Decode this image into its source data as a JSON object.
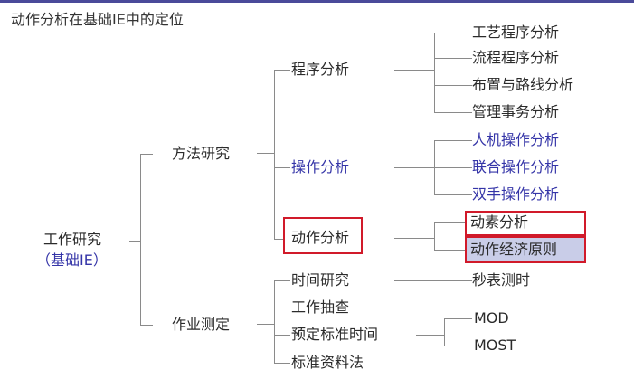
{
  "title": "动作分析在基础IE中的定位",
  "colors": {
    "accent_blue": "#3535a8",
    "highlight_red": "#d11a2a",
    "highlight_fill": "#c9cde8",
    "top_bar": "#4a4a9a"
  },
  "root": {
    "label": "工作研究",
    "sublabel": "（基础IE）"
  },
  "level1": [
    {
      "label": "方法研究"
    },
    {
      "label": "作业测定"
    }
  ],
  "method_study": [
    {
      "label": "程序分析",
      "children": [
        "工艺程序分析",
        "流程程序分析",
        "布置与路线分析",
        "管理事务分析"
      ]
    },
    {
      "label": "操作分析",
      "children": [
        "人机操作分析",
        "联合操作分析",
        "双手操作分析"
      ]
    },
    {
      "label": "动作分析",
      "children": [
        "动素分析",
        "动作经济原则"
      ]
    }
  ],
  "work_measurement": [
    {
      "label": "时间研究",
      "children": [
        "秒表测时"
      ]
    },
    {
      "label": "工作抽查",
      "children": []
    },
    {
      "label": "预定标准时间",
      "children": [
        "MOD",
        "MOST"
      ]
    },
    {
      "label": "标准资料法",
      "children": []
    }
  ]
}
